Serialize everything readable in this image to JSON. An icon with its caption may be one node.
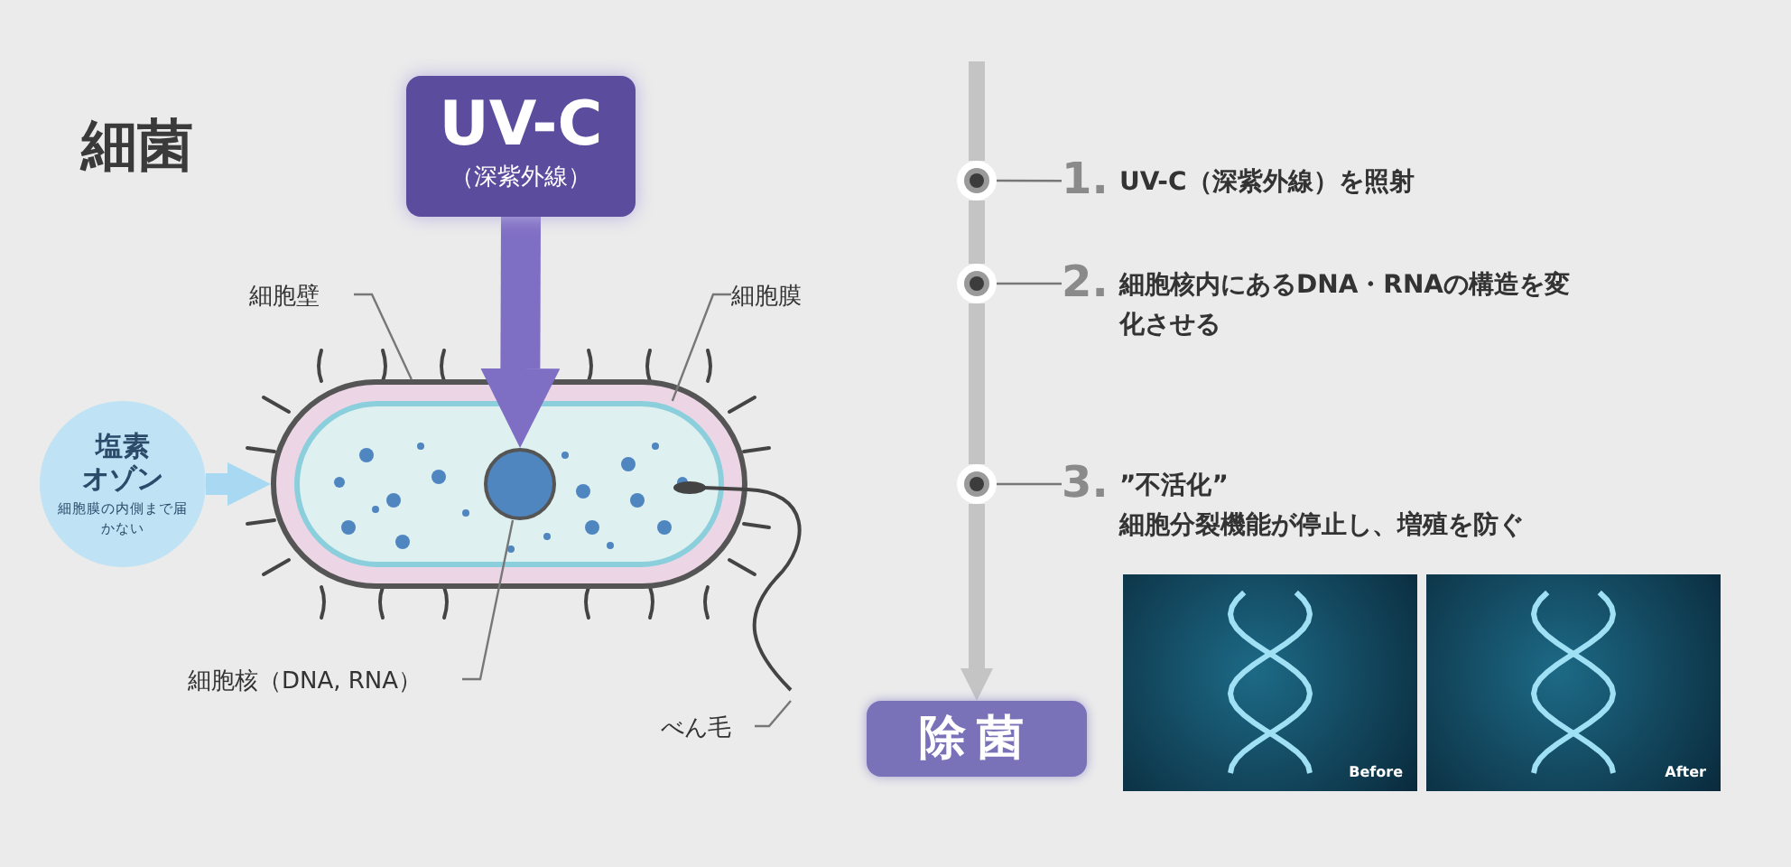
{
  "diagram": {
    "title": "細菌",
    "nodes": [
      {
        "text": [
          "UV-C",
          "（深紫外線）"
        ]
      },
      {
        "text": [
          "塩素",
          "オゾン",
          "細胞膜の内側まで届かない"
        ]
      },
      {
        "text": [],
        "shape": "picture"
      },
      {
        "text": [],
        "shape": "picture",
        "in": 2
      },
      {
        "text": [],
        "shape": "circle",
        "in": 3
      },
      {
        "text": [],
        "shape": "picture"
      },
      {
        "text": [
          "細胞壁"
        ]
      },
      {
        "text": [
          "細胞膜"
        ]
      },
      {
        "text": [
          "細胞核（DNA, RNA）"
        ]
      },
      {
        "text": [
          "べん毛"
        ]
      },
      {
        "text": [],
        "shape": "circle"
      },
      {
        "text": [],
        "shape": "circle"
      },
      {
        "text": [],
        "shape": "circle"
      },
      {
        "text": [
          "1.",
          "UV-C（深紫外線）を照射"
        ]
      },
      {
        "text": [
          "2.",
          "細胞核内にあるDNA・RNAの構造を変化させる"
        ]
      },
      {
        "text": [
          "3.",
          "”不活化”",
          "細胞分裂機能が停止し、増殖を防ぐ"
        ]
      },
      {
        "text": [
          "除菌"
        ]
      },
      {
        "text": [
          "Before"
        ]
      },
      {
        "text": [
          "After"
        ]
      }
    ],
    "edges": [
      {
        "from": 0,
        "to": 4,
        "arrow": "to",
        "style": "thick",
        "color": "#7f6fc4"
      },
      {
        "from": 1,
        "to": 2,
        "arrow": "to",
        "style": "thick",
        "color": "#a9d9f2"
      },
      {
        "from": 6,
        "to": 2,
        "arrow": "none"
      },
      {
        "from": 7,
        "to": 3,
        "arrow": "none"
      },
      {
        "from": 8,
        "to": 4,
        "arrow": "none"
      },
      {
        "from": 9,
        "to": 5,
        "arrow": "none"
      },
      {
        "from": 10,
        "to": 13,
        "arrow": "none"
      },
      {
        "from": 11,
        "to": 14,
        "arrow": "none"
      },
      {
        "from": 12,
        "to": 15,
        "arrow": "none"
      },
      {
        "from": null,
        "to": 10,
        "arrow": "none",
        "style": "thick",
        "color": "#c4c4c4"
      },
      {
        "from": 10,
        "to": 11,
        "arrow": "none",
        "style": "thick",
        "color": "#c4c4c4"
      },
      {
        "from": 11,
        "to": 12,
        "arrow": "none",
        "style": "thick",
        "color": "#c4c4c4"
      },
      {
        "from": 12,
        "to": 16,
        "arrow": "to",
        "style": "thick",
        "color": "#c4c4c4"
      }
    ]
  }
}
